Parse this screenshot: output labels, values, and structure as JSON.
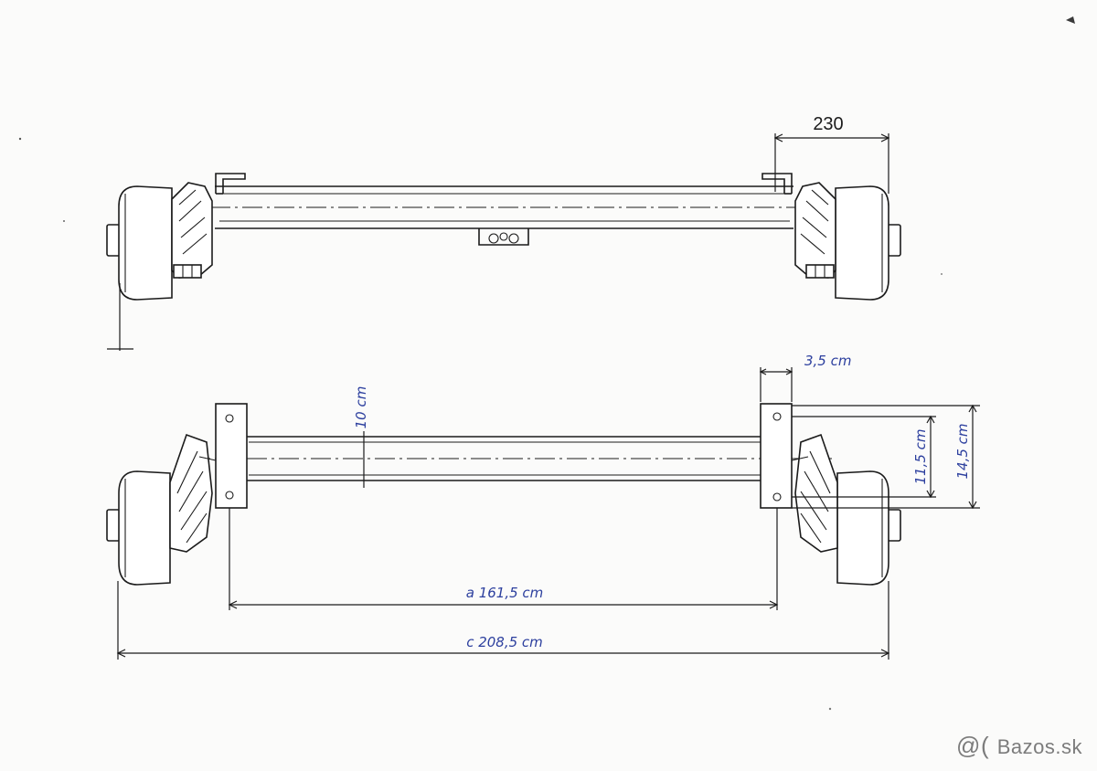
{
  "top_view": {
    "dimension_label": "230"
  },
  "bottom_view": {
    "tube_label": "10 cm",
    "flange_label": "3,5 cm",
    "inner_height_label": "11,5 cm",
    "outer_height_label": "14,5 cm",
    "flange_span_label": "a 161,5 cm",
    "overall_width_label": "c 208,5 cm"
  },
  "watermark": {
    "logo": "@(",
    "text": "Bazos.sk"
  },
  "colors": {
    "ink": "#1b1b1b",
    "handwriting": "#2c3f9e",
    "paper": "#fbfbfa",
    "watermark": "#7c7c7c"
  }
}
